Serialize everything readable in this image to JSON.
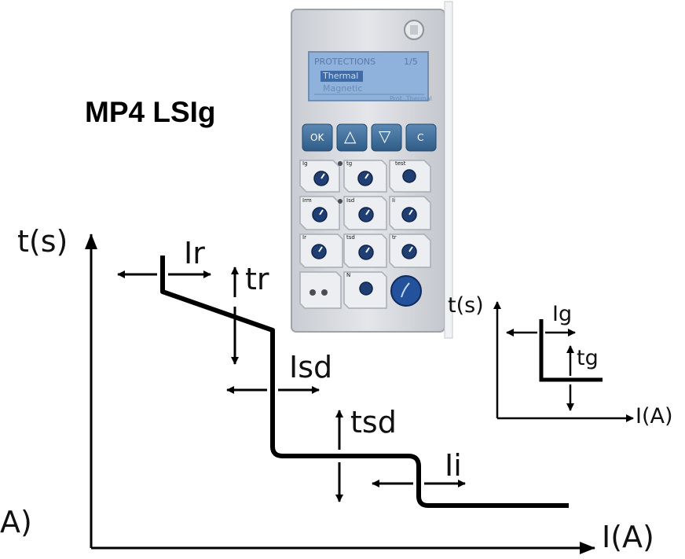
{
  "title": "MP4 LSIg",
  "device": {
    "display": {
      "header": "PROTECTIONS",
      "page": "1/5",
      "selected_item": "Thermal",
      "next_item": "Magnetic",
      "footer": "Prot. Thermal"
    },
    "buttons": [
      "OK",
      "△",
      "▽",
      "C"
    ],
    "dial_labels": [
      "Ig",
      "tg",
      "test",
      "Irm",
      "Ir",
      "Isd",
      "tr",
      "tsd",
      "N",
      "Ii"
    ]
  },
  "main_diagram": {
    "y_axis_label": "t(s)",
    "x_axis_label": "I(A)",
    "left_cut_text": "A)",
    "labels": {
      "ir": "Ir",
      "tr": "tr",
      "isd": "Isd",
      "tsd": "tsd",
      "ii": "Ii"
    }
  },
  "inset_diagram": {
    "y_axis_label": "t(s)",
    "x_axis_label": "I(A)",
    "labels": {
      "ig": "Ig",
      "tg": "tg"
    }
  },
  "colors": {
    "curve": "#000000",
    "device_body": "#d9dbe0",
    "display": "#8eb2dc",
    "button": "#3e6d99",
    "knob": "#1e3d73"
  }
}
